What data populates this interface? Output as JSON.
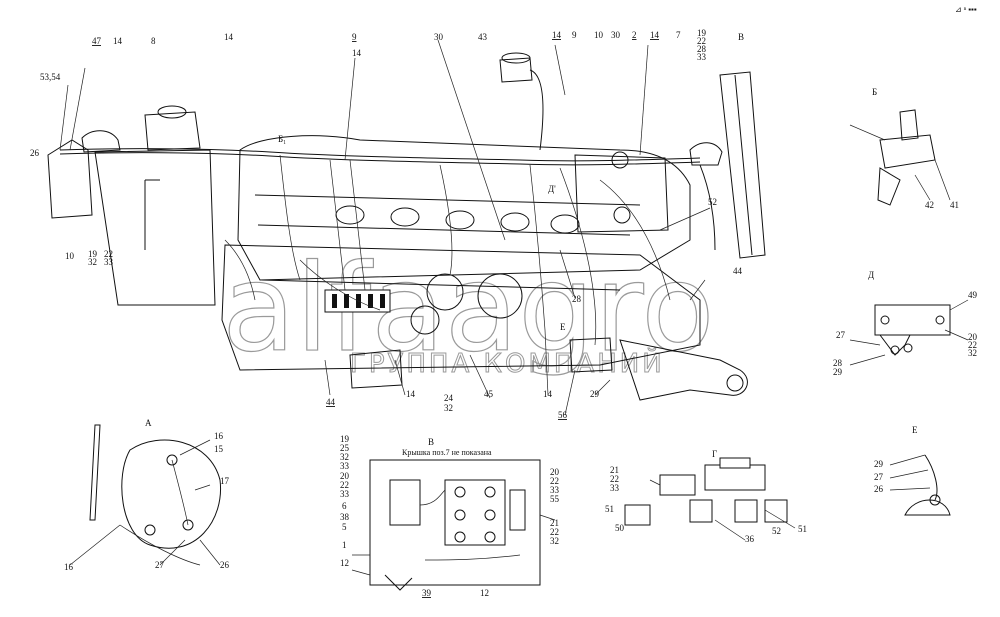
{
  "corner_mark": "⊿ ⁿ ▪▪▪",
  "watermark": {
    "brand": "alfaagro",
    "subtitle": "ГРУППА КОМПАНИЙ"
  },
  "views": {
    "A": "А",
    "B": "Б",
    "V": "В",
    "G": "Г",
    "D": "Д",
    "E": "Е",
    "B1": "Б₁",
    "D1": "Д'",
    "V_caption": "Крышка поз.7 не показана"
  },
  "labels": {
    "l47": "47",
    "l14a": "14",
    "l8": "8",
    "l14b": "14",
    "l9a": "9",
    "l14c": "14",
    "l30a": "30",
    "l43": "43",
    "l14d": "14",
    "l9b": "9",
    "l10a": "10",
    "l30b": "30",
    "l2": "2",
    "l14e": "14",
    "l7": "7",
    "l19a": "19",
    "l22a": "22",
    "l28a": "28",
    "l33a": "33",
    "l5354": "53,54",
    "l26a": "26",
    "l10b": "10",
    "l19b": "19",
    "l22b": "22",
    "l32a": "32",
    "l33b": "33",
    "l52a": "52",
    "l44a": "44",
    "l28b": "28",
    "l44b": "44",
    "l14f": "14",
    "l24": "24",
    "l32b": "32",
    "l45": "45",
    "l14g": "14",
    "l56": "56",
    "l29a": "29",
    "l42": "42",
    "l41": "41",
    "l49": "49",
    "l20a": "20",
    "l22c": "22",
    "l32c": "32",
    "l27a": "27",
    "l28c": "28",
    "l29b": "29",
    "l16a": "16",
    "l15": "15",
    "l17": "17",
    "l16b": "16",
    "l27b": "27",
    "l26b": "26",
    "l19c": "19",
    "l25a": "25",
    "l32d": "32",
    "l33c": "33",
    "l20b": "20",
    "l22d": "22",
    "l33d": "33",
    "l6": "6",
    "l38": "38",
    "l5": "5",
    "l1": "1",
    "l12a": "12",
    "l39": "39",
    "l12b": "12",
    "l20c": "20",
    "l22e": "22",
    "l33e": "33",
    "l55": "55",
    "l21a": "21",
    "l22f": "22",
    "l32e": "32",
    "l21b": "21",
    "l22g": "22",
    "l33f": "33",
    "l51a": "51",
    "l50": "50",
    "l36": "36",
    "l52b": "52",
    "l51b": "51",
    "l29c": "29",
    "l27c": "27",
    "l26c": "26"
  }
}
